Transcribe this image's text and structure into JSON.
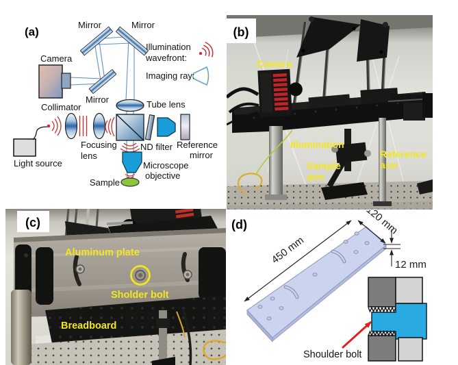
{
  "figure": {
    "tags": {
      "a": "(a)",
      "b": "(b)",
      "c": "(c)",
      "d": "(d)"
    }
  },
  "panel_a": {
    "labels": {
      "mirror_top_left": "Mirror",
      "mirror_top_right": "Mirror",
      "mirror_fold": "Mirror",
      "camera": "Camera",
      "collimator": "Collimator",
      "light_source": "Light source",
      "focusing_line1": "Focusing",
      "focusing_line2": "lens",
      "tube_lens": "Tube lens",
      "nd_filter": "ND filter",
      "reference_line1": "Reference",
      "reference_line2": "mirror",
      "objective_line1": "Microscope",
      "objective_line2": "objective",
      "sample": "Sample",
      "illumination_line1": "Illumination",
      "illumination_line2": "wavefront:",
      "imaging_ray": "Imaging ray:"
    }
  },
  "panel_b": {
    "labels": {
      "camera": "Camera",
      "illumination": "Illumination",
      "sample_arm_line1": "Sample",
      "sample_arm_line2": "arm",
      "reference_arm_line1": "Reference",
      "reference_arm_line2": "arm"
    }
  },
  "panel_c": {
    "labels": {
      "aluminum_plate": "Aluminum plate",
      "sholder_bolt": "Sholder bolt",
      "breadboard": "Breadboard"
    }
  },
  "panel_d": {
    "labels": {
      "length": "450 mm",
      "width": "120 mm",
      "thickness": "12 mm",
      "shoulder_bolt": "Shoulder bolt"
    }
  },
  "colors": {
    "annotation_yellow": "#f2e71d",
    "diagram_blue": "#1a9ed9",
    "wavefront_red": "#c23430",
    "ray_blue": "#5b93c9",
    "sample_green": "#8cc63f",
    "plate_lavender": "#ccd3ee",
    "section_blue": "#29abe2",
    "section_dark_gray": "#7d7d7d",
    "section_light_gray": "#d4d4d4",
    "arrow_red": "#e0201c"
  },
  "icons": {
    "illumination_wavefront": "wavefront-arcs-icon",
    "imaging_ray": "imaging-ray-fan-icon"
  }
}
